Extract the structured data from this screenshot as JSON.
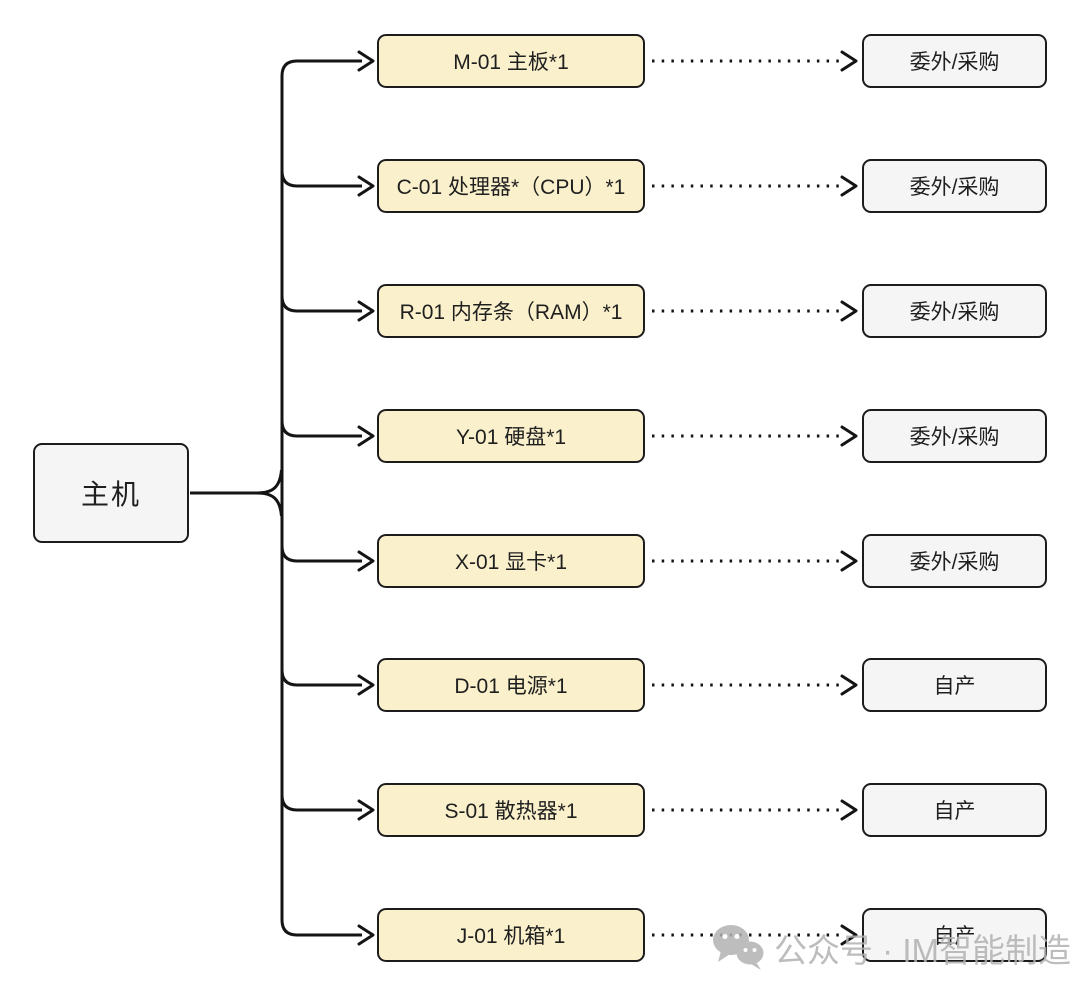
{
  "diagram": {
    "root": {
      "label": "主机"
    },
    "rows": [
      {
        "component": "M-01 主板*1",
        "status": "委外/采购"
      },
      {
        "component": "C-01 处理器*（CPU）*1",
        "status": "委外/采购"
      },
      {
        "component": "R-01 内存条（RAM）*1",
        "status": "委外/采购"
      },
      {
        "component": "Y-01 硬盘*1",
        "status": "委外/采购"
      },
      {
        "component": "X-01 显卡*1",
        "status": "委外/采购"
      },
      {
        "component": "D-01 电源*1",
        "status": "自产"
      },
      {
        "component": "S-01 散热器*1",
        "status": "自产"
      },
      {
        "component": "J-01 机箱*1",
        "status": "自产"
      }
    ],
    "colors": {
      "component_fill": "#FAF0CC",
      "status_fill": "#F5F5F5",
      "node_border": "#1C1C1C",
      "line": "#141414",
      "watermark": "#B2B2B2"
    }
  },
  "watermark": {
    "icon": "wechat-icon",
    "text": "公众号 · IM智能制造"
  }
}
